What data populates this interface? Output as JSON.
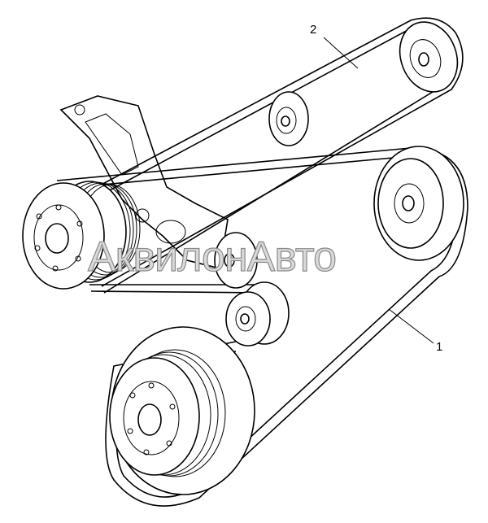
{
  "callouts": [
    {
      "number": "1",
      "part": "belt-1"
    },
    {
      "number": "2",
      "part": "belt-2"
    }
  ],
  "watermark": "АквилонАвто",
  "colors": {
    "line": "#000000",
    "background": "#ffffff",
    "watermark": "#8a8a8a"
  }
}
